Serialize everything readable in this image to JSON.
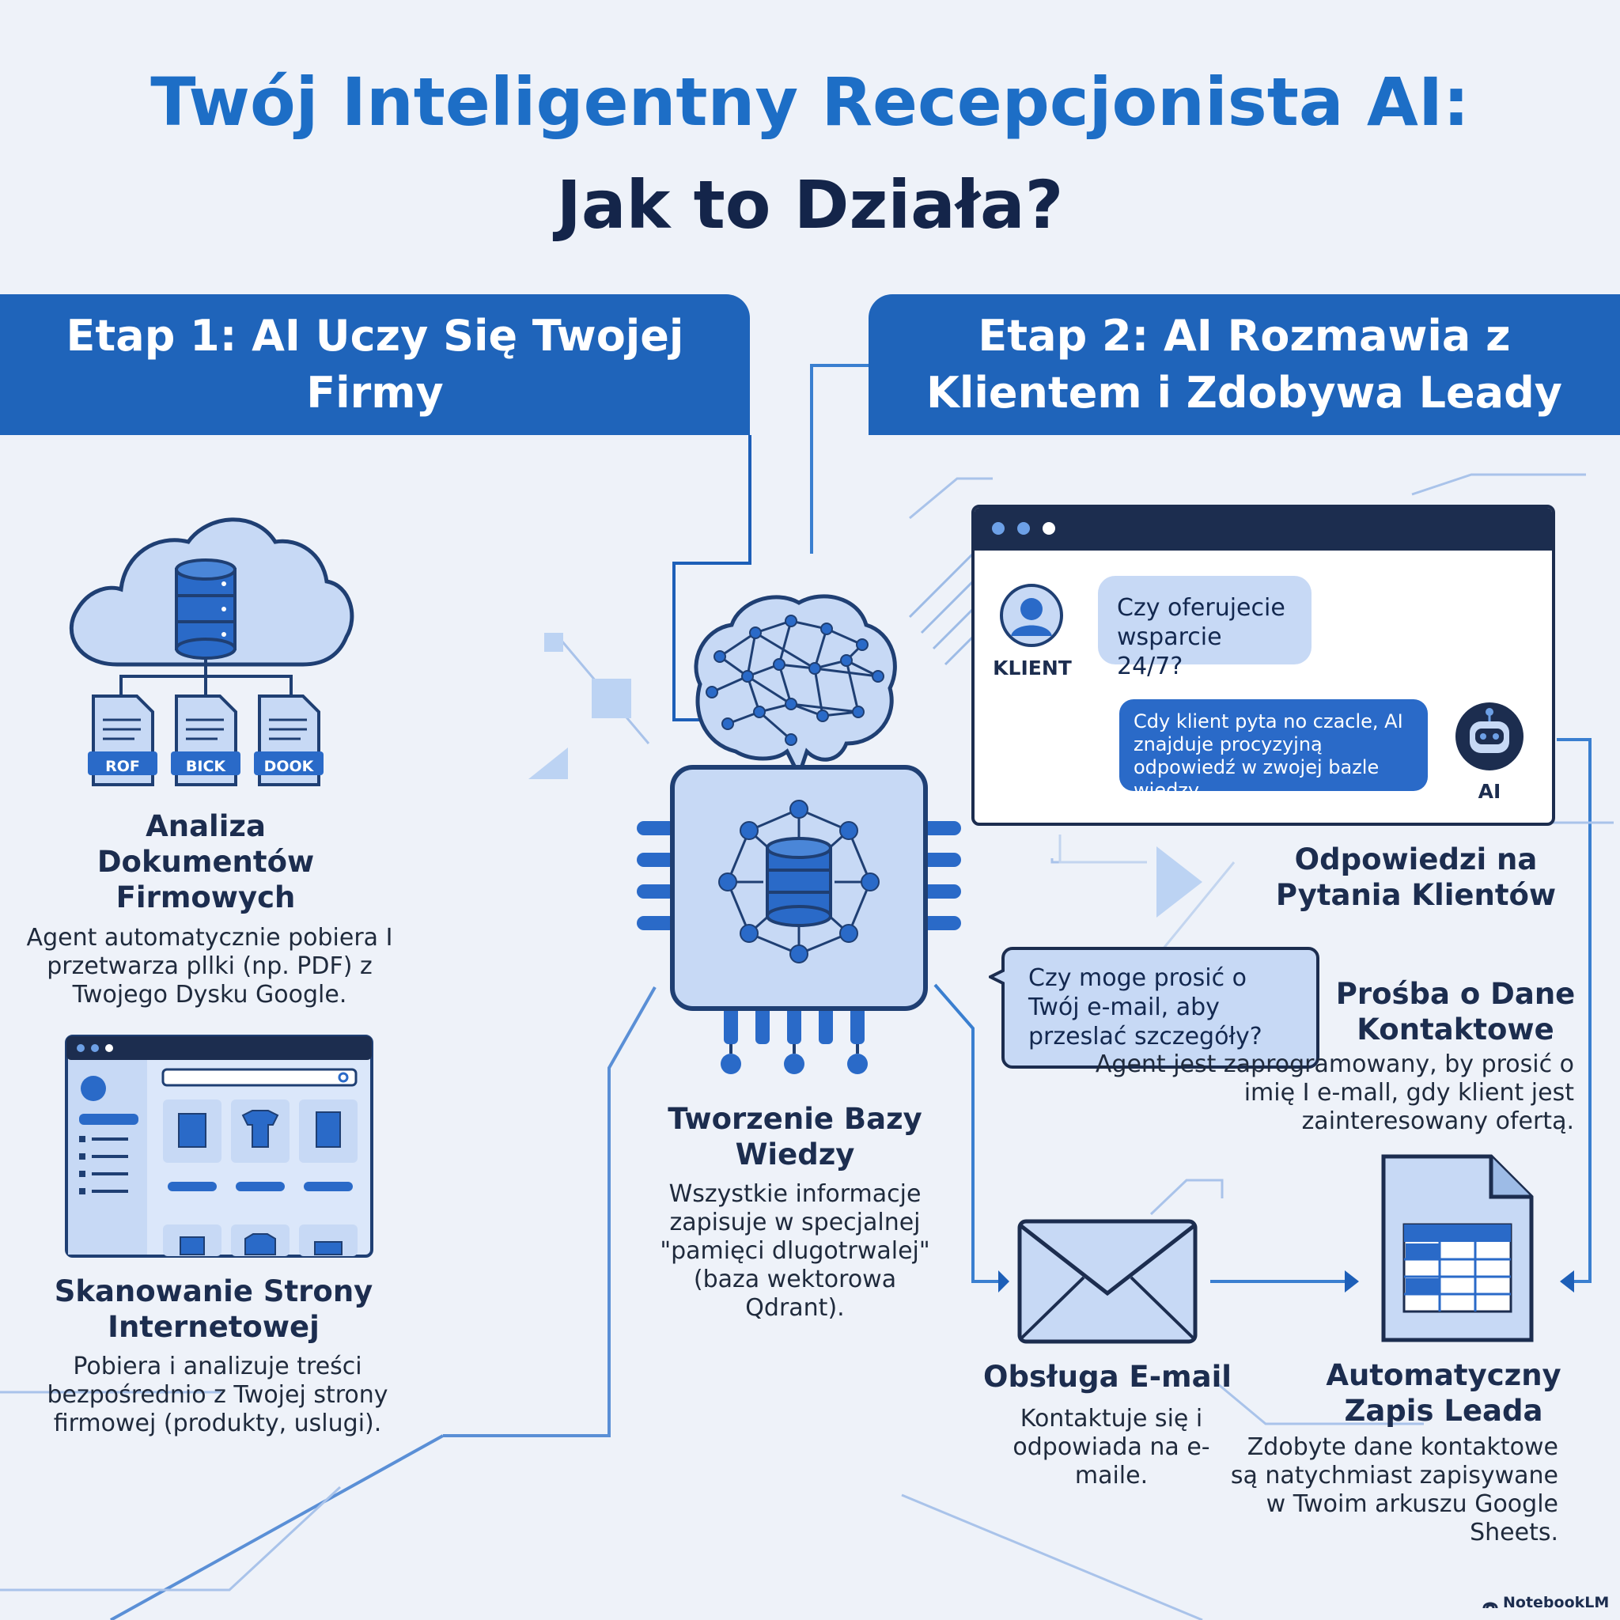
{
  "title": {
    "line1": "Twój Inteligentny Recepcjonista AI:",
    "line2": "Jak to Działa?"
  },
  "colors": {
    "accent": "#1d6ec6",
    "banner": "#1f64ba",
    "navy": "#14254a",
    "light_fill": "#c7d9f5",
    "background": "#eef2f9"
  },
  "stage1": {
    "banner": "Etap 1: AI Uczy Się Twojej Firmy",
    "documents": {
      "title": "Analiza Dokumentów Firmowych",
      "description": "Agent automatycznie pobiera I przetwarza pllki (np. PDF) z Twojego Dysku Google.",
      "file_labels": [
        "ROF",
        "BICK",
        "DOOK"
      ],
      "icon": "cloud-database-icon"
    },
    "website": {
      "title": "Skanowanie Strony Internetowej",
      "description": "Pobiera i analizuje treści bezpośrednio z Twojej strony firmowej (produkty, uslugi).",
      "icon": "web-shop-icon"
    }
  },
  "center": {
    "title": "Tworzenie Bazy Wiedzy",
    "description": "Wszystkie informacje zapisuje w specjalnej \"pamięci dlugotrwalej\" (baza wektorowa Qdrant).",
    "icons": [
      "brain-network-icon",
      "chip-database-icon"
    ]
  },
  "stage2": {
    "banner": "Etap 2: AI Rozmawia z Klientem i Zdobywa Leady",
    "chat": {
      "client_label": "KLIENT",
      "client_message": "Czy oferujecie wsparcie 24/7?",
      "ai_label": "AI",
      "ai_message": "Cdy klient pyta no czacle, AI znajduje procyzyjną odpowiedź w zwojej bazle wiedzy."
    },
    "answers": {
      "title": "Odpowiedzi na Pytania Klientów"
    },
    "contact": {
      "bubble": "Czy moge prosić o Twój e-mail, aby przeslać szczegóły?",
      "title": "Prośba o Dane Kontaktowe",
      "description": "Agent jest zaprogramowany, by prosić o imię I e-mall, gdy klient jest zainteresowany ofertą."
    },
    "email": {
      "title": "Obsługa E-mail",
      "description": "Kontaktuje się i odpowiada na e-maile.",
      "icon": "envelope-icon"
    },
    "lead": {
      "title": "Automatyczny Zapis Leada",
      "description": "Zdobyte dane kontaktowe są natychmiast zapisywane w Twoim arkuszu Google Sheets.",
      "icon": "spreadsheet-icon"
    }
  },
  "brand": "NotebookLM"
}
